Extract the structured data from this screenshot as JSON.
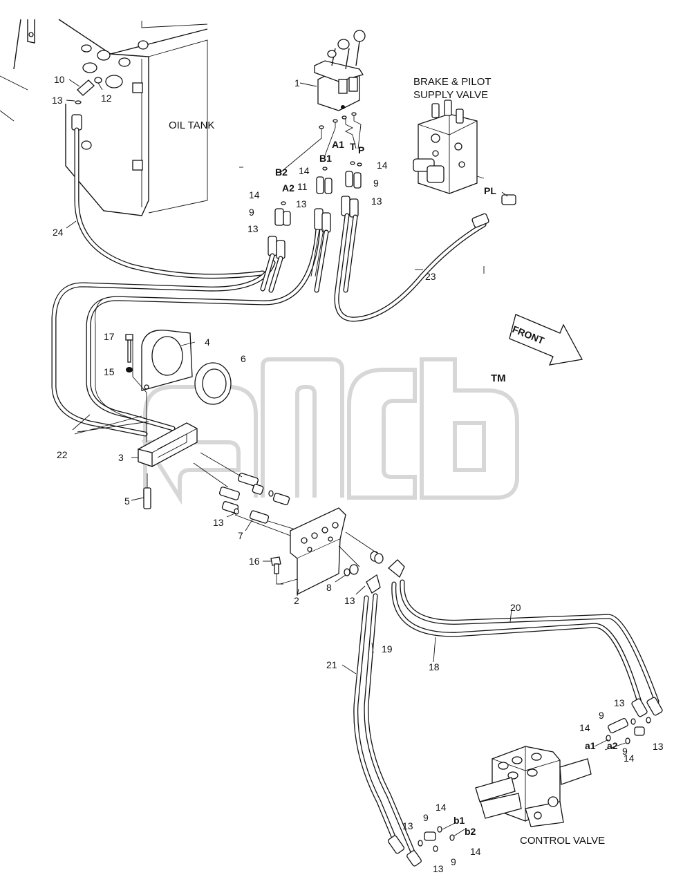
{
  "captions": {
    "oil_tank": "OIL TANK",
    "brake_valve_line1": "BRAKE & PILOT",
    "brake_valve_line2": "SUPPLY VALVE",
    "control_valve": "CONTROL VALVE",
    "front": "FRONT",
    "trademark": "TM"
  },
  "port_labels": {
    "a1_top": "A1",
    "b1_top": "B1",
    "b2_top": "B2",
    "a2_top": "A2",
    "t": "T",
    "p": "P",
    "pl": "PL",
    "a1": "a1",
    "a2": "a2",
    "b1": "b1",
    "b2": "b2"
  },
  "part_numbers": {
    "p1": "1",
    "p2": "2",
    "p3": "3",
    "p4": "4",
    "p5": "5",
    "p6": "6",
    "p7": "7",
    "p8": "8",
    "p9_a": "9",
    "p9_b": "9",
    "p9_c": "9",
    "p9_d": "9",
    "p9_e": "9",
    "p9_f": "9",
    "p10": "10",
    "p11": "11",
    "p12": "12",
    "p13_a": "13",
    "p13_b": "13",
    "p13_c": "13",
    "p13_d": "13",
    "p13_e": "13",
    "p13_f": "13",
    "p13_g": "13",
    "p13_h": "13",
    "p13_i": "13",
    "p13_j": "13",
    "p14_a": "14",
    "p14_b": "14",
    "p14_c": "14",
    "p14_d": "14",
    "p14_e": "14",
    "p14_f": "14",
    "p14_g": "14",
    "p15": "15",
    "p16": "16",
    "p17": "17",
    "p18": "18",
    "p19": "19",
    "p20": "20",
    "p21": "21",
    "p22": "22",
    "p23": "23",
    "p24": "24"
  },
  "colors": {
    "line": "#111111",
    "watermark": "#d7d7d7",
    "background": "#ffffff"
  },
  "watermark": {
    "logo": "amcb-logo-outline"
  }
}
